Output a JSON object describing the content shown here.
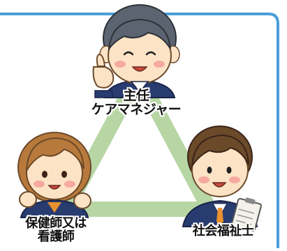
{
  "roles": {
    "chief_care_manager": {
      "line1": "主任",
      "line2": "ケアマネジャー"
    },
    "public_health_nurse": {
      "line1": "保健師又は",
      "line2": "看護師"
    },
    "social_worker": {
      "line1": "社会福祉士"
    }
  },
  "colors": {
    "frame_border": "#4a9fd8",
    "triangle": "#b7d6a4",
    "suit": "#283c70",
    "skin": "#fde3c5",
    "man_hair": "#5b6470",
    "woman_hair": "#b87a3c",
    "social_hair": "#6b4a2a",
    "cheek": "#f5a9a0",
    "tie": "#e8912e"
  },
  "icons": [
    "pointing-finger-icon",
    "clipboard-icon"
  ]
}
